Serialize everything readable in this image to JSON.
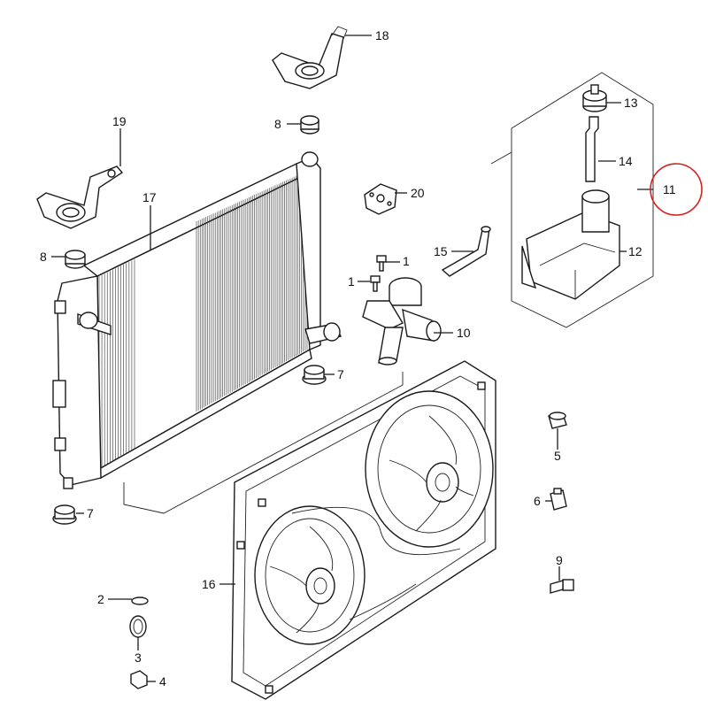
{
  "diagram": {
    "callouts": [
      {
        "id": "c18",
        "text": "18"
      },
      {
        "id": "c19",
        "text": "19"
      },
      {
        "id": "c8a",
        "text": "8"
      },
      {
        "id": "c8b",
        "text": "8"
      },
      {
        "id": "c17",
        "text": "17"
      },
      {
        "id": "c20",
        "text": "20"
      },
      {
        "id": "c1a",
        "text": "1"
      },
      {
        "id": "c1b",
        "text": "1"
      },
      {
        "id": "c15",
        "text": "15"
      },
      {
        "id": "c10",
        "text": "10"
      },
      {
        "id": "c13",
        "text": "13"
      },
      {
        "id": "c14",
        "text": "14"
      },
      {
        "id": "c11",
        "text": "11"
      },
      {
        "id": "c12",
        "text": "12"
      },
      {
        "id": "c7a",
        "text": "7"
      },
      {
        "id": "c7b",
        "text": "7"
      },
      {
        "id": "c5",
        "text": "5"
      },
      {
        "id": "c6",
        "text": "6"
      },
      {
        "id": "c9",
        "text": "9"
      },
      {
        "id": "c16",
        "text": "16"
      },
      {
        "id": "c2",
        "text": "2"
      },
      {
        "id": "c3",
        "text": "3"
      },
      {
        "id": "c4",
        "text": "4"
      }
    ],
    "highlight_color": "#d62020"
  }
}
